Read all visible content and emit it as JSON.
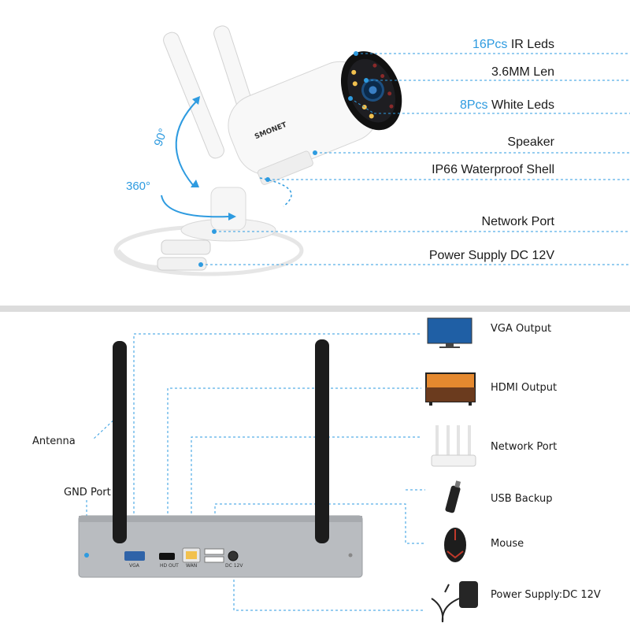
{
  "camera_callouts": {
    "ir_leds": {
      "count": "16Pcs",
      "text": " IR Leds"
    },
    "lens": "3.6MM Len",
    "white_leds": {
      "count": "8Pcs",
      "text": " White Leds"
    },
    "speaker": "Speaker",
    "shell": "IP66 Waterproof Shell",
    "network_port": "Network Port",
    "power_supply": "Power Supply DC 12V"
  },
  "camera": {
    "brand": "SMONET",
    "tilt_angle": "90°",
    "pan_angle": "360°"
  },
  "nvr_callouts": {
    "antenna": "Antenna",
    "gnd_port": "GND Port",
    "vga_output": "VGA Output",
    "hdmi_output": "HDMI Output",
    "network_port": "Network Port",
    "usb_backup": "USB Backup",
    "mouse": "Mouse",
    "power_supply": "Power Supply:DC 12V"
  },
  "nvr_port_labels": {
    "vga": "VGA",
    "hdmi": "HD OUT",
    "wan": "WAN",
    "dc": "DC 12V"
  },
  "colors": {
    "accent": "#2e9be0",
    "divider": "#dcdcdc",
    "nvr_body": "#b9bcc0",
    "antenna": "#1c1c1c"
  }
}
